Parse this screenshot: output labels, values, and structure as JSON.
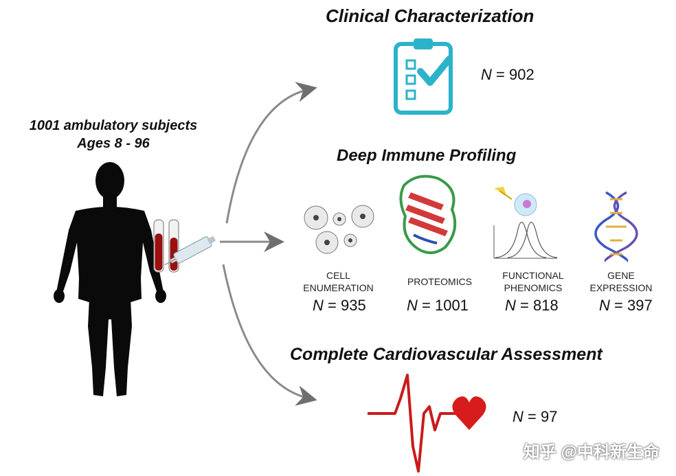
{
  "subjects": {
    "line1": "1001 ambulatory subjects",
    "line2": "Ages 8 - 96"
  },
  "sections": {
    "clinical": {
      "title": "Clinical Characterization",
      "n_label": "N",
      "n_value": "= 902",
      "icon": "clipboard-checklist-icon"
    },
    "immune": {
      "title": "Deep Immune Profiling",
      "panels": [
        {
          "caption": "CELL ENUMERATION",
          "n_label": "N",
          "n_value": "= 935",
          "icon": "cells-icon"
        },
        {
          "caption": "PROTEOMICS",
          "n_label": "N",
          "n_value": "= 1001",
          "icon": "protein-structure-icon"
        },
        {
          "caption": "FUNCTIONAL PHENOMICS",
          "n_label": "N",
          "n_value": "= 818",
          "icon": "flow-cytometry-icon"
        },
        {
          "caption": "GENE EXPRESSION",
          "n_label": "N",
          "n_value": "= 397",
          "icon": "dna-helix-icon"
        }
      ]
    },
    "cardio": {
      "title": "Complete Cardiovascular Assessment",
      "n_label": "N",
      "n_value": "= 97",
      "icon": "heartbeat-icon"
    }
  },
  "watermark": "知乎 @中科新生命",
  "colors": {
    "clipboard": "#2bb3c9",
    "blood": "#9a1010",
    "heart": "#d81b1b",
    "arrow": "#8a8a8a",
    "silhouette": "#0a0a0a"
  }
}
